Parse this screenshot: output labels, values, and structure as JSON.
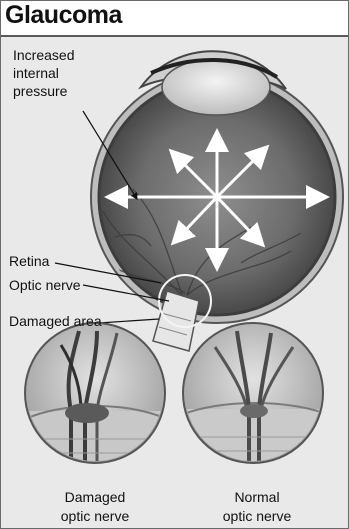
{
  "title": "Glaucoma",
  "labels": {
    "pressure_line1": "Increased",
    "pressure_line2": "internal",
    "pressure_line3": "pressure",
    "retina": "Retina",
    "optic_nerve": "Optic nerve",
    "damaged_area": "Damaged area"
  },
  "captions": {
    "damaged_line1": "Damaged",
    "damaged_line2": "optic nerve",
    "normal_line1": "Normal",
    "normal_line2": "optic nerve"
  },
  "colors": {
    "eye_dark": "#4a4a4a",
    "eye_mid": "#7b7b7b",
    "sclera": "#d9d9d9",
    "arrow": "#ffffff"
  }
}
